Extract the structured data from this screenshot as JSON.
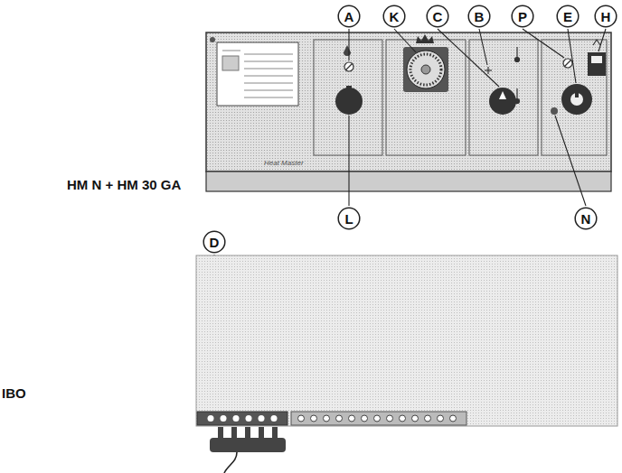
{
  "diagram": {
    "nodes": [
      {
        "text": [
          "A"
        ]
      },
      {
        "text": [
          "K"
        ]
      },
      {
        "text": [
          "C"
        ]
      },
      {
        "text": [
          "B"
        ]
      },
      {
        "text": [
          "P"
        ]
      },
      {
        "text": [
          "E"
        ]
      },
      {
        "text": [
          "H"
        ]
      },
      {
        "text": [
          "L"
        ]
      },
      {
        "text": [
          "N"
        ]
      },
      {
        "text": [
          "D"
        ]
      }
    ],
    "labels": [
      "HM N + HM 30 GA",
      "IBO",
      "Heat Master"
    ]
  }
}
